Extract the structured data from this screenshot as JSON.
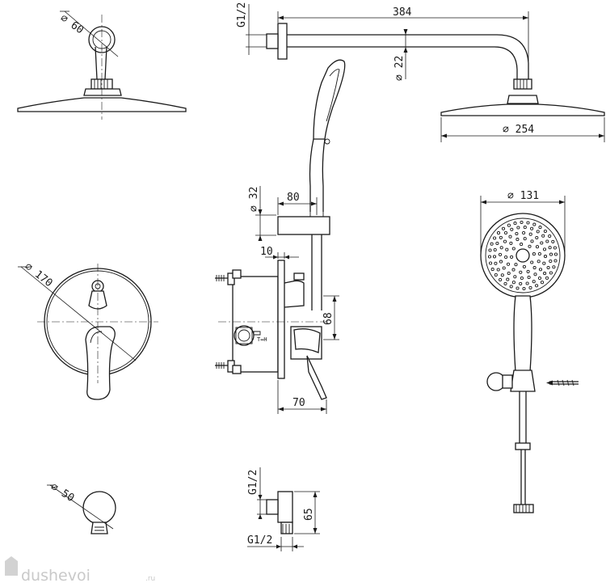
{
  "dimensions": {
    "wall_connection_diameter": "∅ 60",
    "arm_thread": "G1/2",
    "arm_length": "384",
    "arm_diameter": "∅ 22",
    "head_diameter": "∅ 254",
    "holder_diameter": "∅ 32",
    "holder_offset": "80",
    "plate_thickness": "10",
    "valve_height": "68",
    "valve_depth": "70",
    "plate_diameter": "∅ 170",
    "hand_shower_diameter": "∅ 131",
    "outlet_diameter": "∅ 50",
    "outlet_thread_top": "G1/2",
    "outlet_height": "65",
    "outlet_thread_bottom": "G1/2"
  },
  "box_marking": "T↔H",
  "watermark": {
    "text": "dushevoi",
    "suffix": ".ru"
  }
}
